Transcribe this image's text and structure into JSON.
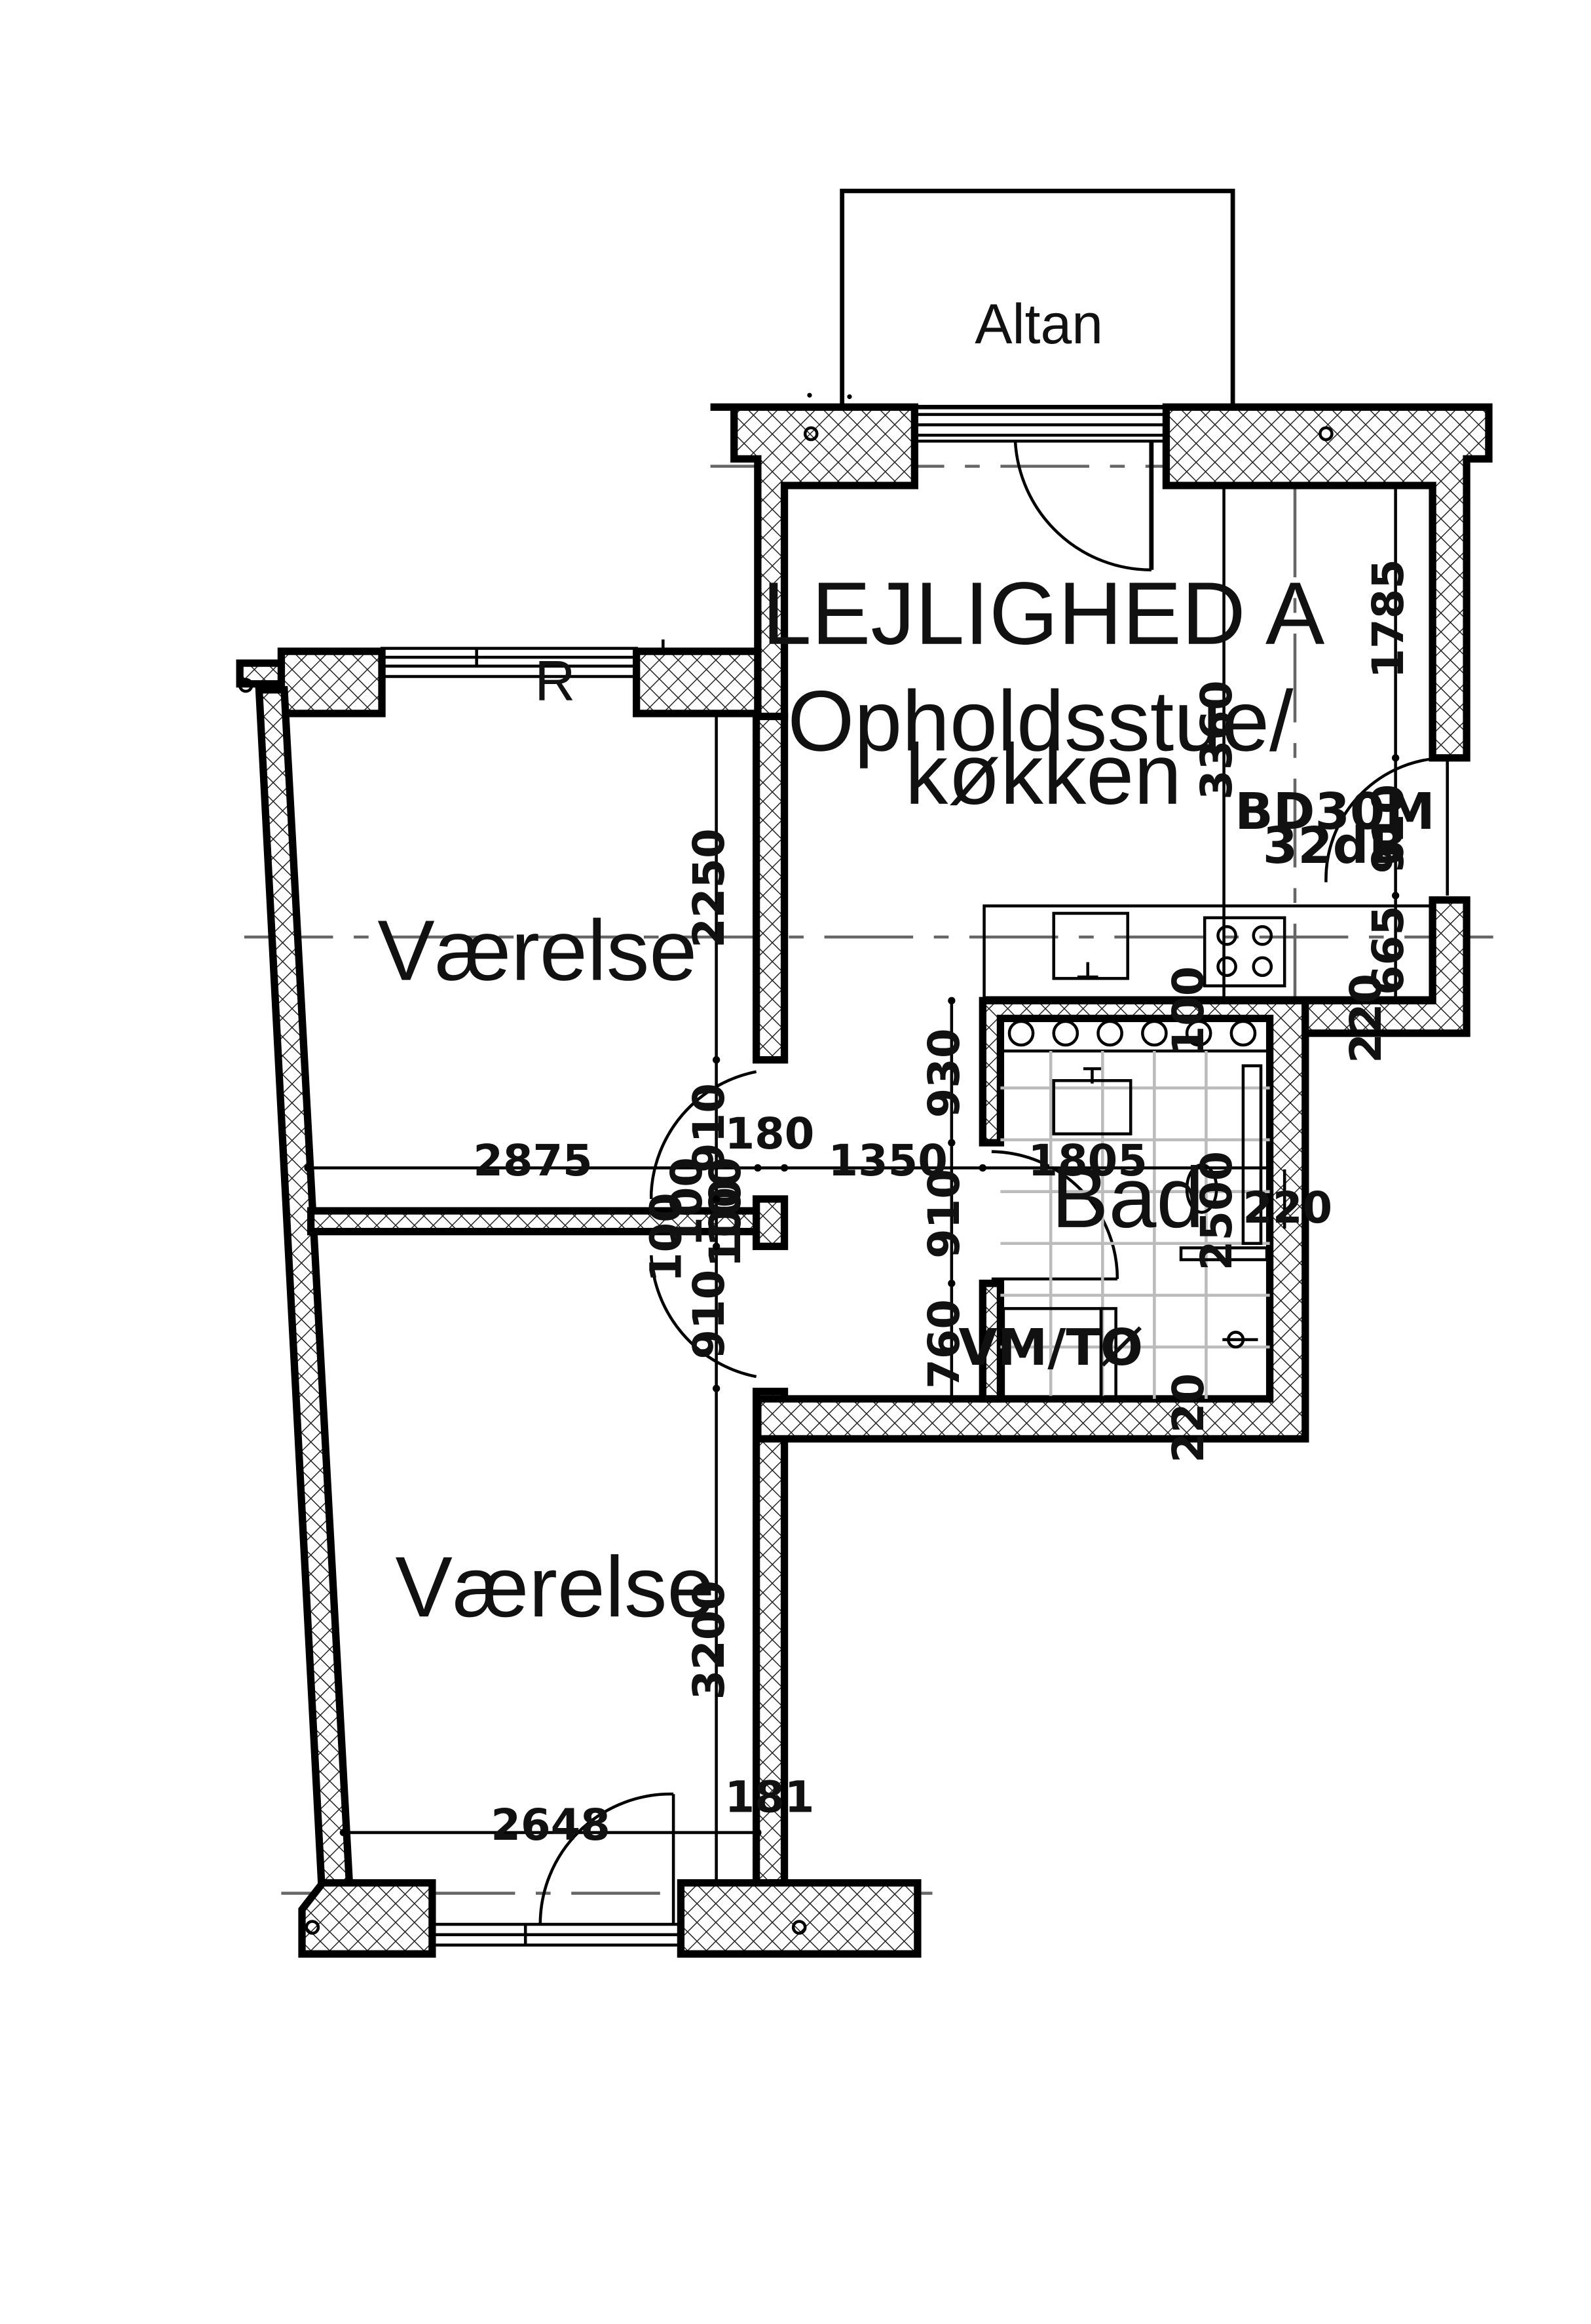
{
  "plan": {
    "title": "LEJLIGHED A",
    "rooms": {
      "living_line1": "Opholdsstue/",
      "living_line2": "køkken",
      "bedroom_top": "Værelse",
      "bedroom_bottom": "Værelse",
      "bath": "Bad",
      "balcony": "Altan",
      "laundry": "VM/TØ",
      "radiator": "R"
    },
    "door_spec": {
      "line1": "BD30M",
      "line2": "32dB"
    },
    "dimensions": {
      "d2875": "2875",
      "d1350": "1350",
      "d1805": "1805",
      "d180": "180",
      "d2250": "2250",
      "d910_a": "910",
      "d910_b": "910",
      "d910_c": "910",
      "d910_d": "910",
      "d100_a": "100",
      "d100_b": "100",
      "d100_c": "100",
      "d100_d": "100",
      "d3360": "3360",
      "d1785": "1785",
      "d665": "665",
      "d220_a": "220",
      "d220_b": "220",
      "d220_c": "220",
      "d930": "930",
      "d760": "760",
      "d2500": "2500",
      "d3200": "3200",
      "d2648": "2648",
      "d181": "181"
    }
  }
}
